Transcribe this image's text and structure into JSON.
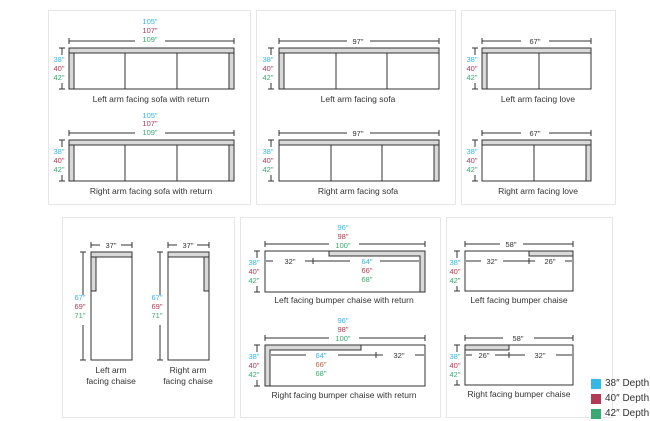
{
  "colors": {
    "d38": "#35b8e6",
    "d40": "#b23a55",
    "d42": "#3aaa72",
    "outline": "#333333",
    "arm_fill": "#d9d9d9"
  },
  "legend": [
    {
      "label": "38″ Depth",
      "color": "#35b8e6"
    },
    {
      "label": "40″ Depth",
      "color": "#b23a55"
    },
    {
      "label": "42″ Depth",
      "color": "#3aaa72"
    }
  ],
  "depths": [
    "38\"",
    "40\"",
    "42\""
  ],
  "pieces": {
    "laf_sofa_return": {
      "caption": "Left arm facing sofa with return",
      "widths": [
        "105\"",
        "107\"",
        "109\""
      ]
    },
    "raf_sofa_return": {
      "caption": "Right arm facing sofa with return",
      "widths": [
        "105\"",
        "107\"",
        "109\""
      ]
    },
    "laf_sofa": {
      "caption": "Left arm facing sofa",
      "width": "97\""
    },
    "raf_sofa": {
      "caption": "Right arm facing sofa",
      "width": "97\""
    },
    "laf_love": {
      "caption": "Left arm facing love",
      "width": "67\""
    },
    "raf_love": {
      "caption": "Right arm facing love",
      "width": "67\""
    },
    "laf_chaise": {
      "caption_line1": "Left arm",
      "caption_line2": "facing chaise",
      "width": "37\"",
      "lengths": [
        "67\"",
        "69\"",
        "71\""
      ]
    },
    "raf_chaise": {
      "caption_line1": "Right arm",
      "caption_line2": "facing chaise",
      "width": "37\"",
      "lengths": [
        "67\"",
        "69\"",
        "71\""
      ]
    },
    "lf_bumper_return": {
      "caption": "Left facing bumper chaise with return",
      "widths": [
        "96\"",
        "98\"",
        "100\""
      ],
      "seat": "32\"",
      "chaise_lengths": [
        "64\"",
        "66\"",
        "68\""
      ]
    },
    "rf_bumper_return": {
      "caption": "Right facing bumper chaise with return",
      "widths": [
        "96\"",
        "98\"",
        "100\""
      ],
      "seat": "32\"",
      "chaise_lengths": [
        "64\"",
        "66\"",
        "68\""
      ]
    },
    "lf_bumper": {
      "caption": "Left facing bumper chaise",
      "width": "58\"",
      "seat": "32\"",
      "back": "26\""
    },
    "rf_bumper": {
      "caption": "Right facing bumper chaise",
      "width": "58\"",
      "seat": "32\"",
      "back": "26\""
    }
  }
}
